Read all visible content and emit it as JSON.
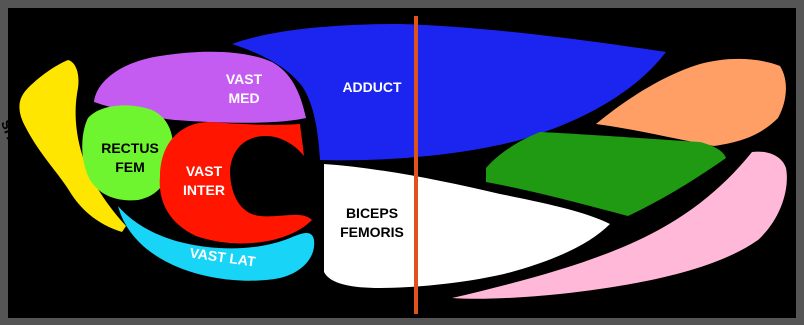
{
  "labels": {
    "sartorius": "SARTORIUS",
    "vast_med_1": "VAST",
    "vast_med_2": "MED",
    "adduct": "ADDUCT",
    "rectus_1": "RECTUS",
    "rectus_2": "FEM",
    "vast_inter_1": "VAST",
    "vast_inter_2": "INTER",
    "biceps_1": "BICEPS",
    "biceps_2": "FEMORIS",
    "vast_lat": "VAST LAT"
  },
  "colors": {
    "frame": "#555555",
    "background": "#000000",
    "sartorius": "#ffe600",
    "vast_med": "#c45cf2",
    "rectus_fem": "#6ff52f",
    "vast_inter": "#ff1500",
    "vast_lat": "#18d4f7",
    "adduct": "#1c24f0",
    "biceps_femoris": "#ffffff",
    "upper_right": "#ff9f66",
    "middle_right": "#1f9a12",
    "lower_right": "#ffb8d8",
    "section_line": "#e0521c"
  }
}
